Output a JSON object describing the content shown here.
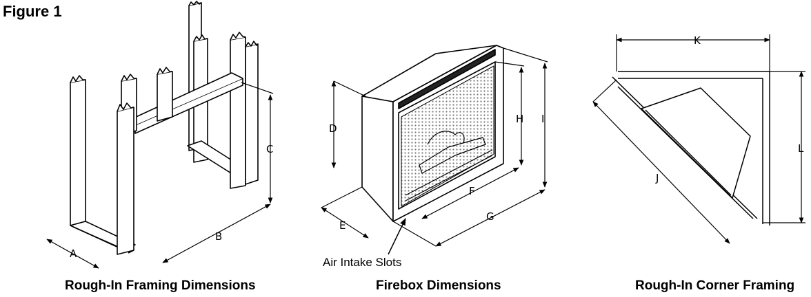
{
  "figure_title": "Figure 1",
  "captions": {
    "rough_in": "Rough-In Framing Dimensions",
    "firebox": "Firebox Dimensions",
    "corner": "Rough-In Corner Framing"
  },
  "dimension_labels": {
    "A": "A",
    "B": "B",
    "C": "C",
    "D": "D",
    "E": "E",
    "F": "F",
    "G": "G",
    "H": "H",
    "I": "I",
    "J": "J",
    "K": "K",
    "L": "L"
  },
  "callouts": {
    "air_intake": "Air Intake Slots"
  }
}
